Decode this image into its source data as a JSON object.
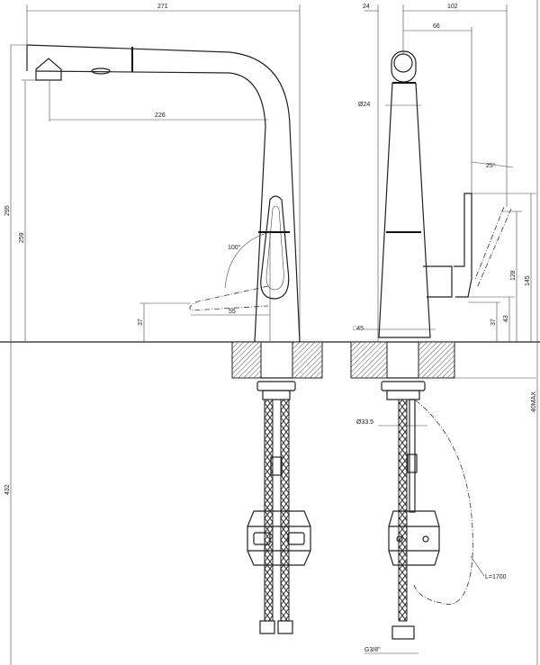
{
  "drawing": {
    "front_view": {
      "overall_width": "271",
      "overall_height": "295",
      "outlet_height": "259",
      "spout_reach": "226",
      "lever_angle": "100°",
      "lever_height": "37",
      "lever_reach": "55",
      "below_deck_length": "432"
    },
    "side_view": {
      "rear_offset": "24",
      "depth": "102",
      "lever_offset": "66",
      "body_diameter": "Ø24",
      "lever_angle": "25°",
      "lever_top_height": "145",
      "lever_mid_height": "128",
      "lever_base_height": "43",
      "lever_low_height": "37",
      "base_square": "□45",
      "max_deck_thickness": "40MAX",
      "shank_diameter": "Ø33.5",
      "hose_length": "L=1700",
      "connection_thread": "G3/8\""
    }
  }
}
